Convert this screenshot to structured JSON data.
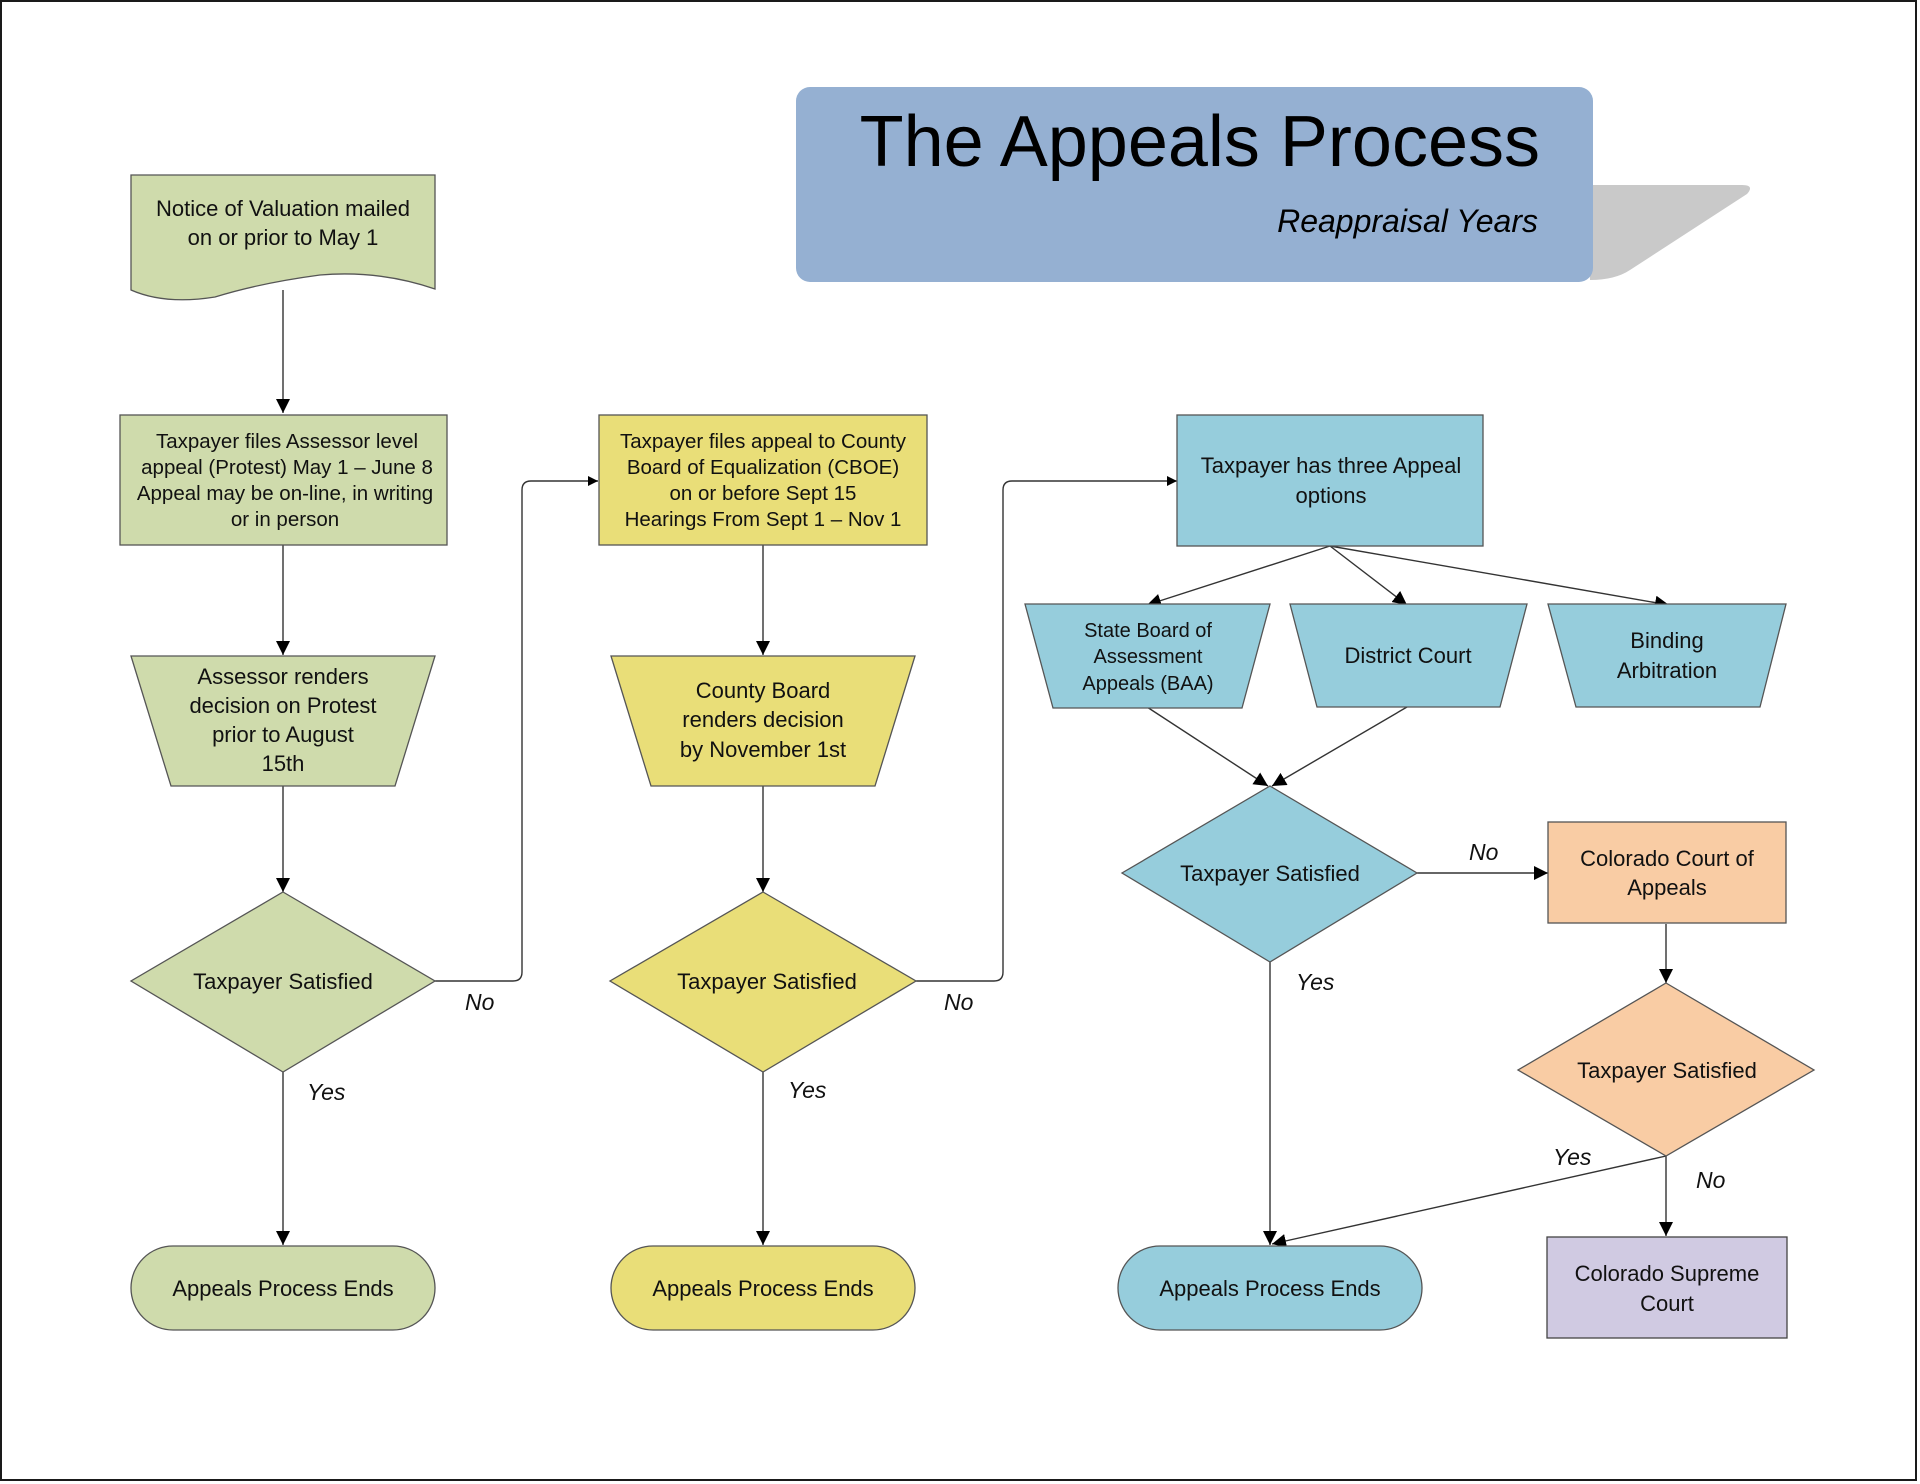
{
  "title": {
    "main": "The Appeals Process",
    "subtitle": "Reappraisal Years"
  },
  "colors": {
    "title_box": "#95b0d2",
    "title_shadow": "#c9c9c9",
    "assessor_green": "#cfdbac",
    "cboe_yellow": "#e9de78",
    "appeal_blue": "#96cddc",
    "court_of_appeals_peach": "#f9cca4",
    "supreme_court_lavender": "#d0cae2",
    "stroke": "#4a4a4a",
    "connector": "#333333"
  },
  "nodes": {
    "notice": [
      "Notice of Valuation mailed",
      "on or prior to May 1"
    ],
    "assessor_appeal": [
      "Taxpayer files Assessor level",
      "appeal (Protest) May 1 – June 8",
      "Appeal may be on-line, in writing",
      "or in person"
    ],
    "assessor_decision": [
      "Assessor renders",
      "decision on Protest",
      "prior to August",
      "15th"
    ],
    "satisfied_1": [
      "Taxpayer Satisfied"
    ],
    "end_1": [
      "Appeals Process Ends"
    ],
    "cboe_appeal": [
      "Taxpayer files appeal to County",
      "Board of Equalization (CBOE)",
      "on or before Sept 15",
      "Hearings From Sept 1 – Nov 1"
    ],
    "cboe_decision": [
      "County Board",
      "renders decision",
      "by November 1st"
    ],
    "satisfied_2": [
      "Taxpayer Satisfied"
    ],
    "end_2": [
      "Appeals Process Ends"
    ],
    "three_options": [
      "Taxpayer has three Appeal",
      "options"
    ],
    "baa": [
      "State Board of",
      "Assessment",
      "Appeals (BAA)"
    ],
    "district_court": [
      "District Court"
    ],
    "arbitration": [
      "Binding",
      "Arbitration"
    ],
    "satisfied_3": [
      "Taxpayer Satisfied"
    ],
    "court_of_appeals": [
      "Colorado Court of",
      "Appeals"
    ],
    "satisfied_4": [
      "Taxpayer Satisfied"
    ],
    "end_3": [
      "Appeals Process Ends"
    ],
    "supreme_court": [
      "Colorado Supreme",
      "Court"
    ]
  },
  "edge_labels": {
    "no_1": "No",
    "yes_1": "Yes",
    "no_2": "No",
    "yes_2": "Yes",
    "no_3": "No",
    "yes_3": "Yes",
    "yes_4": "Yes",
    "no_4": "No"
  }
}
